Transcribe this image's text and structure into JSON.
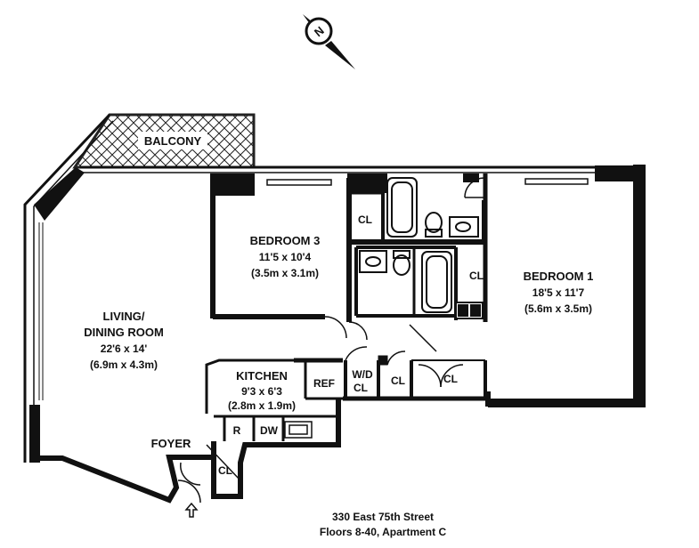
{
  "compass": {
    "letter": "N"
  },
  "rooms": {
    "balcony": {
      "name": "BALCONY"
    },
    "bedroom3": {
      "name": "BEDROOM 3",
      "dim_ft": "11'5 x 10'4",
      "dim_m": "(3.5m x 3.1m)"
    },
    "bedroom1": {
      "name": "BEDROOM 1",
      "dim_ft": "18'5 x 11'7",
      "dim_m": "(5.6m x 3.5m)"
    },
    "living": {
      "name1": "LIVING/",
      "name2": "DINING ROOM",
      "dim_ft": "22'6 x 14'",
      "dim_m": "(6.9m x 4.3m)"
    },
    "kitchen": {
      "name": "KITCHEN",
      "dim_ft": "9'3 x 6'3",
      "dim_m": "(2.8m x 1.9m)"
    },
    "foyer": {
      "name": "FOYER"
    }
  },
  "labels": {
    "closet": "CL",
    "wd1": "W/D",
    "wd2": "CL",
    "ref": "REF",
    "range": "R",
    "dishwasher": "DW"
  },
  "address": {
    "line1": "330 East 75th Street",
    "line2": "Floors 8-40, Apartment C"
  }
}
